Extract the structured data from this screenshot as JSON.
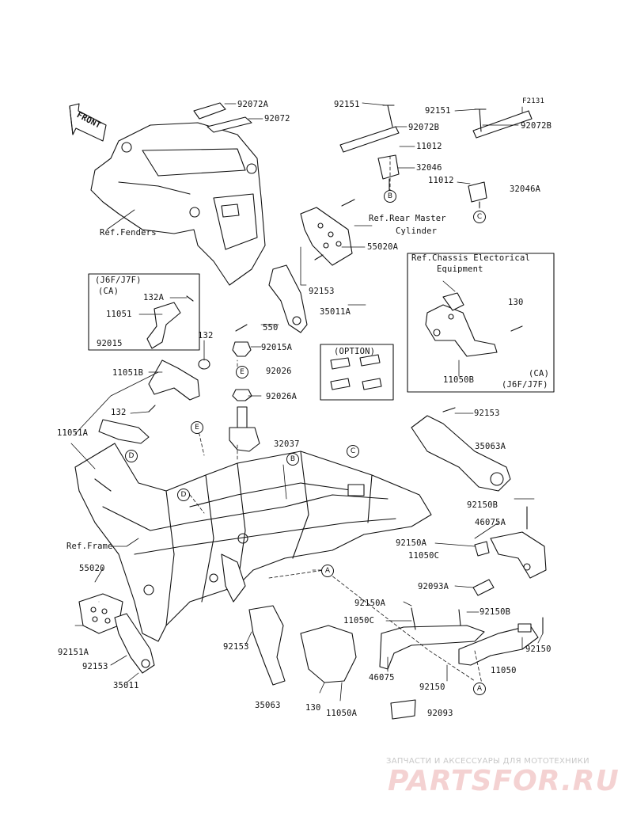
{
  "front_label": "FRONT",
  "corner_code": "F2131",
  "refs": {
    "fenders": "Ref.Fenders",
    "rear_master_1": "Ref.Rear Master",
    "rear_master_2": "Cylinder",
    "chassis_elec_1": "Ref.Chassis Electorical",
    "chassis_elec_2": "Equipment",
    "frame": "Ref.Frame"
  },
  "boxes": {
    "j6f_title": "(J6F/J7F)",
    "j6f_sub": "(CA)",
    "option": "(OPTION)",
    "ca": "(CA)",
    "ca_model": "(J6F/J7F)"
  },
  "parts": {
    "p92072A": "92072A",
    "p92072": "92072",
    "p92151_top": "92151",
    "p92072B_a": "92072B",
    "p92151_right": "92151",
    "p92072B_b": "92072B",
    "p11012_a": "11012",
    "p32046": "32046",
    "p11012_b": "11012",
    "p32046A": "32046A",
    "p55020A": "55020A",
    "p92153_mid": "92153",
    "p35011A": "35011A",
    "p550": "550",
    "p132A": "132A",
    "p11051": "11051",
    "p92015": "92015",
    "p132_a": "132",
    "p11051B": "11051B",
    "p92015A": "92015A",
    "p92026": "92026",
    "p92026A": "92026A",
    "p130_a": "130",
    "p11050B": "11050B",
    "p132_b": "132",
    "p11051A": "11051A",
    "p92153_r": "92153",
    "p35063A": "35063A",
    "p32037": "32037",
    "p92150B_a": "92150B",
    "p46075A": "46075A",
    "p92150A_a": "92150A",
    "p11050C_a": "11050C",
    "p92093A": "92093A",
    "p92150A_b": "92150A",
    "p92150B_b": "92150B",
    "p11050C_b": "11050C",
    "p55020": "55020",
    "p92151A": "92151A",
    "p92153_l": "92153",
    "p35011": "35011",
    "p92153_c": "92153",
    "p35063": "35063",
    "p130_b": "130",
    "p11050A": "11050A",
    "p46075": "46075",
    "p92150_a": "92150",
    "p11050": "11050",
    "p92150_b": "92150",
    "p92093": "92093"
  },
  "markers": {
    "B": "B",
    "C": "C",
    "E": "E",
    "D": "D",
    "A": "A"
  },
  "watermark": {
    "tagline": "ЗАПЧАСТИ И АКСЕССУАРЫ ДЛЯ МОТОТЕХНИКИ",
    "logo": "PARTSFOR.RU"
  }
}
